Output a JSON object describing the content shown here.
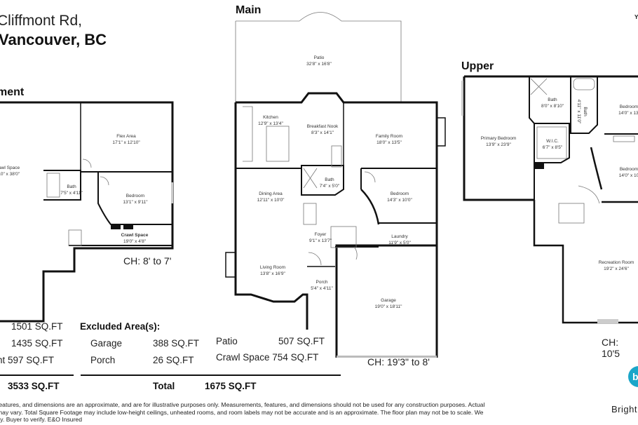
{
  "header": {
    "address_line1": "Cliffmont Rd,",
    "address_line2": "Vancouver, BC",
    "corner_mark": "Y"
  },
  "floors": {
    "basement": {
      "title": "ment",
      "ceiling_height": "CH: 8' to 7'",
      "rooms": [
        {
          "name": "rawl Space",
          "dims": "'10\" x 38'0\""
        },
        {
          "name": "Flex Area",
          "dims": "17'1\" x 12'10\""
        },
        {
          "name": "Bath",
          "dims": "7'5\" x 4'11\""
        },
        {
          "name": "Bedroom",
          "dims": "13'1\" x 9'11\""
        },
        {
          "name": "Crawl Space",
          "dims": "19'0\" x 4'8\""
        }
      ]
    },
    "main": {
      "title": "Main",
      "ceiling_height": "CH: 19'3\" to 8'",
      "rooms": [
        {
          "name": "Patio",
          "dims": "32'8\" x 16'8\""
        },
        {
          "name": "Kitchen",
          "dims": "12'9\" x 13'4\""
        },
        {
          "name": "Breakfast Nook",
          "dims": "8'3\" x 14'1\""
        },
        {
          "name": "Family Room",
          "dims": "18'0\" x 13'5\""
        },
        {
          "name": "Bath",
          "dims": "7'4\" x 5'0\""
        },
        {
          "name": "Dining Area",
          "dims": "12'11\" x 10'0\""
        },
        {
          "name": "Bedroom",
          "dims": "14'3\" x 10'0\""
        },
        {
          "name": "Foyer",
          "dims": "9'1\" x 13'7\""
        },
        {
          "name": "Laundry",
          "dims": "11'9\" x 5'0\""
        },
        {
          "name": "Living Room",
          "dims": "13'8\" x 16'9\""
        },
        {
          "name": "Porch",
          "dims": "5'4\" x 4'11\""
        },
        {
          "name": "Garage",
          "dims": "19'0\" x 18'11\""
        }
      ]
    },
    "upper": {
      "title": "Upper",
      "ceiling_height": "CH: 10'5",
      "rooms": [
        {
          "name": "Bath",
          "dims": "8'0\" x 8'10\""
        },
        {
          "name": "Bath",
          "dims": "4'11\" x 11'0\""
        },
        {
          "name": "Bedroom",
          "dims": "14'0\" x 13'"
        },
        {
          "name": "Primary Bedroom",
          "dims": "13'9\" x 23'9\""
        },
        {
          "name": "W.I.C.",
          "dims": "6'7\" x 8'5\""
        },
        {
          "name": "Bedroom",
          "dims": "14'0\" x 10"
        },
        {
          "name": "Recreation Room",
          "dims": "19'2\" x 24'6\""
        }
      ]
    }
  },
  "summary": {
    "floor_areas": [
      {
        "label": "",
        "value": "1501 SQ.FT"
      },
      {
        "label": "",
        "value": "1435 SQ.FT"
      },
      {
        "label": "nt",
        "value": "597 SQ.FT"
      }
    ],
    "floor_total": "3533 SQ.FT",
    "excluded_title": "Excluded Area(s):",
    "excluded_left": [
      {
        "label": "Garage",
        "value": "388 SQ.FT"
      },
      {
        "label": "Porch",
        "value": "26 SQ.FT"
      }
    ],
    "excluded_right": [
      {
        "label": "Patio",
        "value": "507 SQ.FT"
      },
      {
        "label": "Crawl Space",
        "value": "754 SQ.FT"
      }
    ],
    "excluded_total_label": "Total",
    "excluded_total_value": "1675 SQ.FT"
  },
  "disclaimer": {
    "line1": "features, and dimensions are an approximate, and are for illustrative purposes only. Measurements, features, and dimensions should not be used for any construction purposes. Actual",
    "line2": "may vary. Total Square Footage may include low-height ceilings, unheated rooms, and room labels may not be accurate and is an approximate. The floor plan may not be to scale. We",
    "line3": "ity. Buyer to verify. E&O Insured"
  },
  "brand": {
    "logo_letter": "b",
    "name": "Bright",
    "color": "#1ba6c9"
  }
}
